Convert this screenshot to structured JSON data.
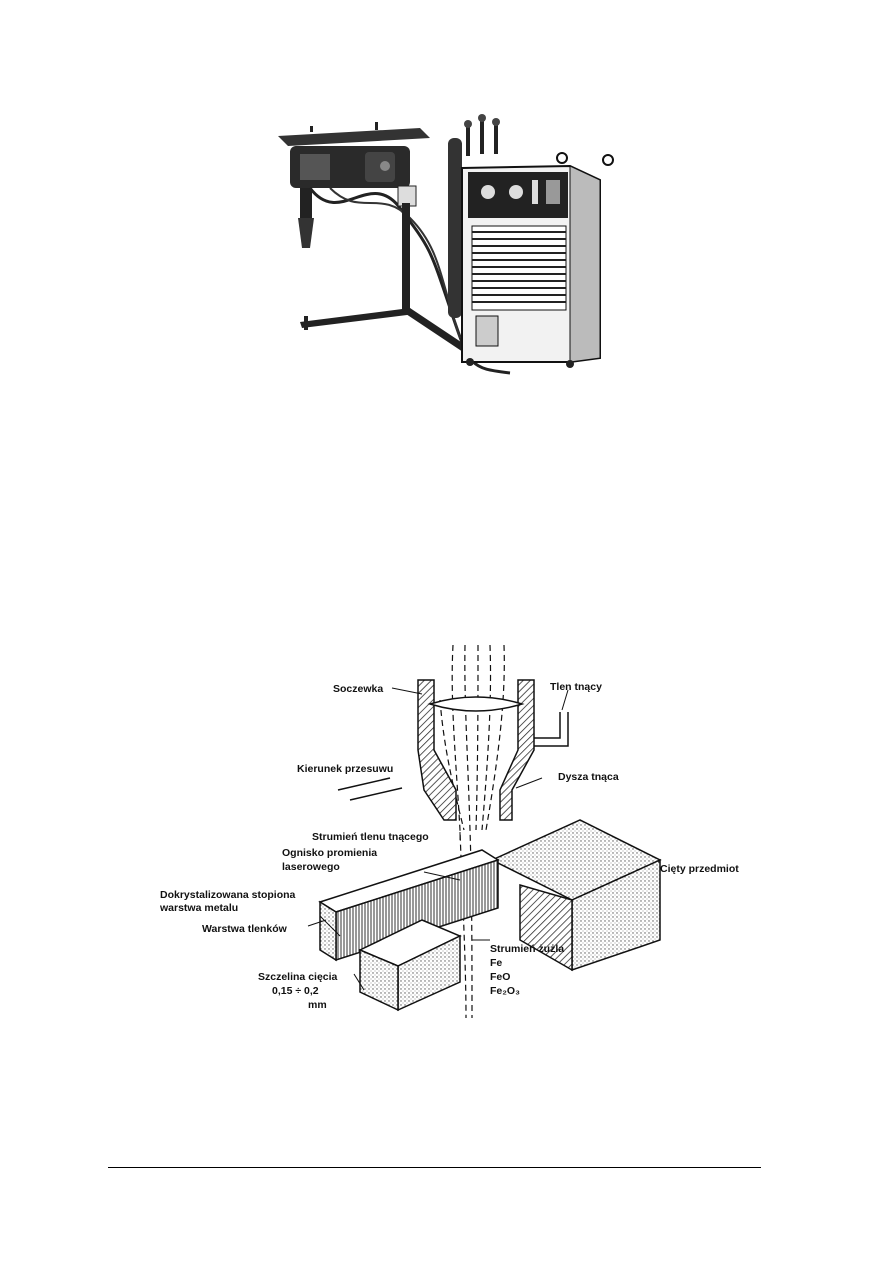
{
  "figure_laser": {
    "labels": {
      "lens": "Soczewka",
      "cutting_oxygen": "Tlen tnący",
      "travel_direction": "Kierunek przesuwu",
      "cutting_nozzle": "Dysza tnąca",
      "oxygen_stream": "Strumień tlenu tnącego",
      "focus_line1": "Ognisko promienia",
      "focus_line2": "laserowego",
      "workpiece": "Cięty przedmiot",
      "recryst_line1": "Dokrystalizowana stopiona",
      "recryst_line2": "warstwa metalu",
      "oxide_layer": "Warstwa tlenków",
      "kerf_line1": "Szczelina cięcia",
      "kerf_line2": "0,15 ÷ 0,2",
      "kerf_line3": "mm",
      "slag_stream": "Strumień żużla",
      "slag_fe": "Fe",
      "slag_feo": "FeO",
      "slag_fe2o3": "Fe₂O₃"
    }
  }
}
